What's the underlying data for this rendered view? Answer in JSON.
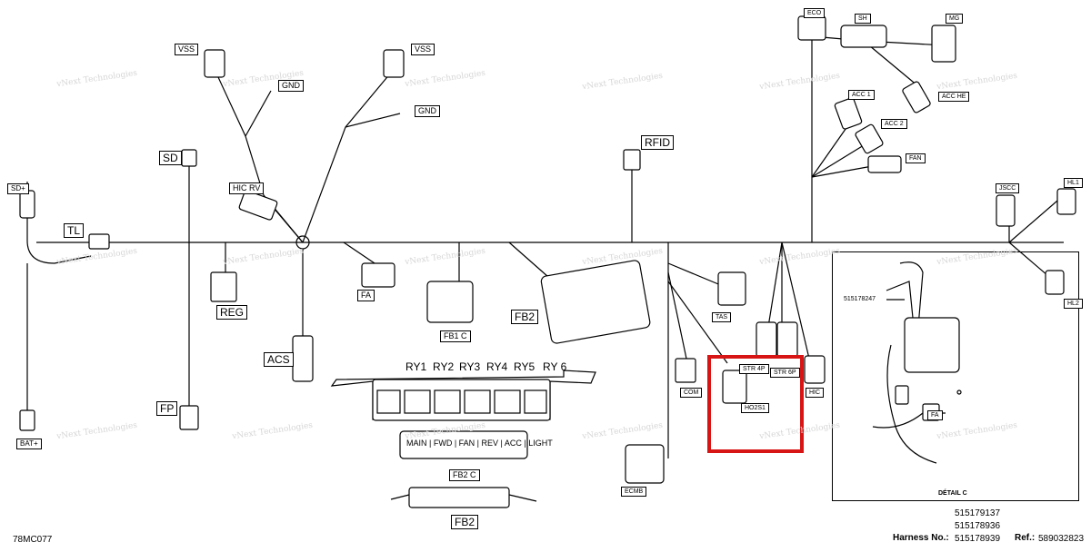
{
  "labels": {
    "sd_plus": "SD+",
    "bat_plus": "BAT+",
    "tl": "TL",
    "sd": "SD",
    "fp": "FP",
    "vss_left": "VSS",
    "vss_right": "VSS",
    "gnd_1": "GND",
    "gnd_2": "GND",
    "hic_rv": "HIC  RV",
    "reg": "REG",
    "acs": "ACS",
    "fa": "FA",
    "fb1c": "FB1 C",
    "rfid": "RFID",
    "fb2": "FB2",
    "fb2_bottom": "FB2",
    "fb2c": "FB2 C",
    "tas": "TAS",
    "com": "COM",
    "ecmb": "ECMB",
    "str4p": "STR 4P",
    "str6p": "STR 6P",
    "ho2s1": "HO2S1",
    "hic": "HIC",
    "eco": "ECO",
    "sh": "SH",
    "mg": "MG",
    "acc1": "ACC 1",
    "acc2": "ACC 2",
    "acc_he": "ACC HE",
    "fan": "FAN",
    "jscc": "JSCC",
    "hl1": "HL1",
    "hl2": "HL2",
    "detail_part": "515178247",
    "detail_fa": "FA",
    "detail_title": "DÉTAIL C"
  },
  "relays": [
    "RY1",
    "RY2",
    "RY3",
    "RY4",
    "RY5",
    "RY 6"
  ],
  "fuse_strip": "MAIN | FWD | FAN | REV | ACC | LIGHT",
  "watermark": "vNext Technologies",
  "footer": {
    "code": "78MC077",
    "harness_label": "Harness No.:",
    "harness_numbers": [
      "515179137",
      "515178936",
      "515178939"
    ],
    "ref_label": "Ref.:",
    "ref_value": "589032823"
  },
  "colors": {
    "highlight": "#d81515",
    "line": "#000000",
    "watermark": "#d6d6d6"
  }
}
